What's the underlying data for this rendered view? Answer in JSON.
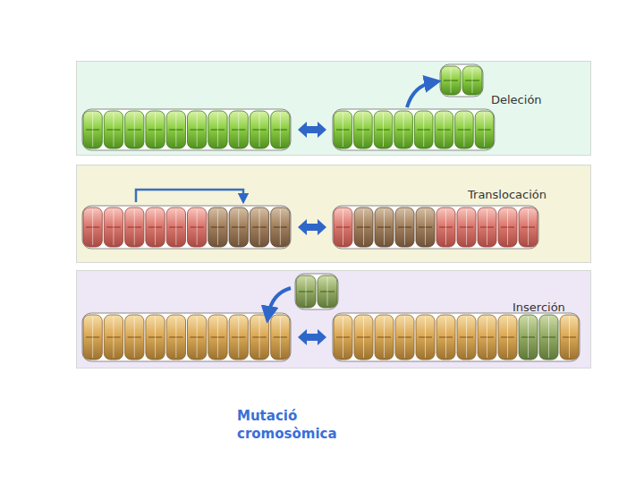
{
  "diagram": {
    "caption": "Mutació cromosòmica",
    "nodes": [
      {
        "text": [
          "Deleción"
        ]
      },
      {
        "text": [
          "Translocación"
        ]
      },
      {
        "text": [
          "Inserción"
        ]
      }
    ]
  }
}
